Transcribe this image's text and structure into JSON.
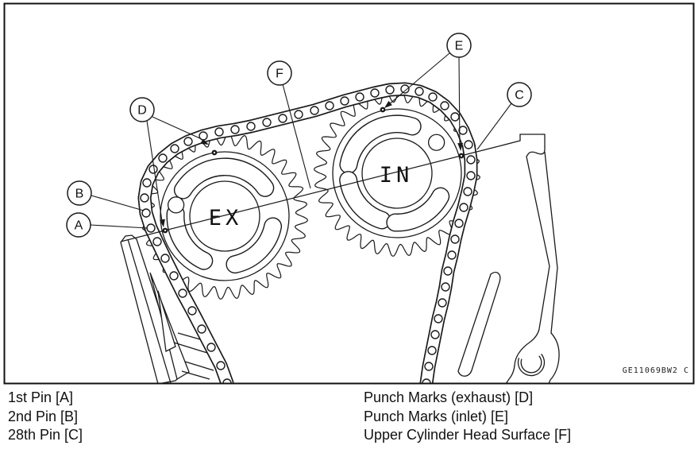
{
  "figure": {
    "code": "GE11069BW2 C",
    "sprocket_labels": {
      "exhaust": "EX",
      "inlet": "IN"
    },
    "callouts": [
      {
        "id": "A"
      },
      {
        "id": "B"
      },
      {
        "id": "C"
      },
      {
        "id": "D"
      },
      {
        "id": "E"
      },
      {
        "id": "F"
      }
    ]
  },
  "legend": {
    "left": [
      "1st Pin [A]",
      "2nd Pin [B]",
      "28th Pin [C]"
    ],
    "right": [
      "Punch Marks (exhaust) [D]",
      "Punch Marks (inlet) [E]",
      "Upper Cylinder Head Surface [F]"
    ]
  },
  "colors": {
    "line": "#1a1a1a",
    "background": "#ffffff"
  }
}
